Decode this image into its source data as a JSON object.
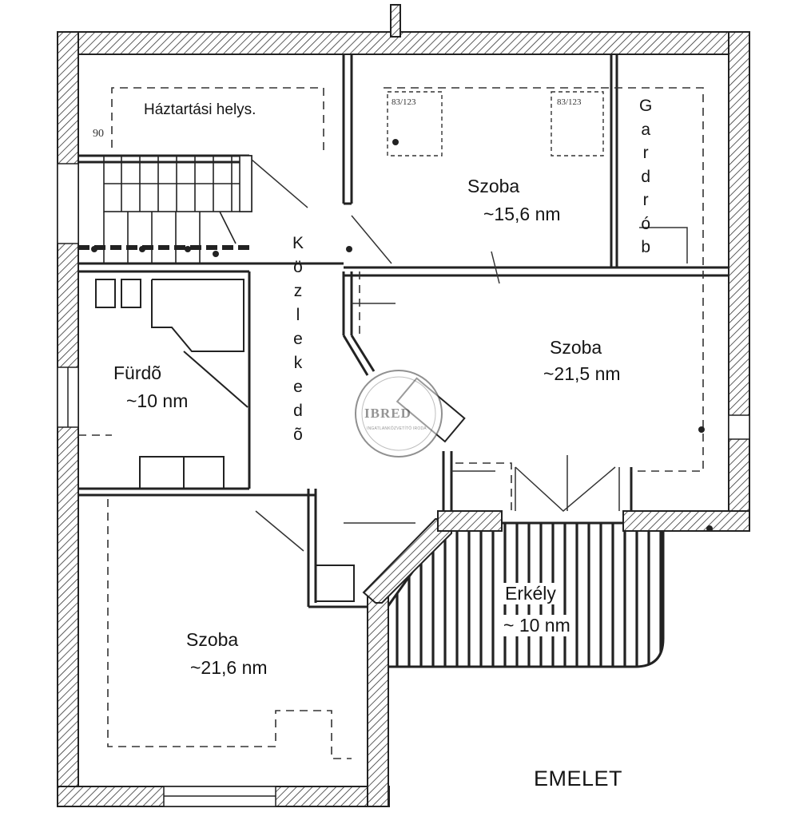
{
  "drawing": {
    "sheet_label": "EMELET",
    "watermark": {
      "text": "IBRED",
      "subtitle": "INGATLANKÖZVETÍTŐ IRODA"
    },
    "rooms": {
      "utility": {
        "name": "Háztartási helys."
      },
      "room_top": {
        "name": "Szoba",
        "area": "~15,6 nm"
      },
      "wardrobe": {
        "name_letters": [
          "G",
          "a",
          "r",
          "d",
          "r",
          "ó",
          "b"
        ]
      },
      "corridor": {
        "name_letters": [
          "K",
          "ö",
          "z",
          "l",
          "e",
          "k",
          "e",
          "d",
          "õ"
        ]
      },
      "room_right": {
        "name": "Szoba",
        "area": "~21,5 nm"
      },
      "bathroom": {
        "name": "Fürdõ",
        "area": "~10 nm"
      },
      "balcony": {
        "name": "Erkély",
        "area": "~ 10 nm"
      },
      "room_bottom": {
        "name": "Szoba",
        "area": "~21,6 nm"
      }
    },
    "annotations": {
      "dim_90": "90",
      "window_1": "83/123",
      "window_2": "83/123"
    }
  }
}
